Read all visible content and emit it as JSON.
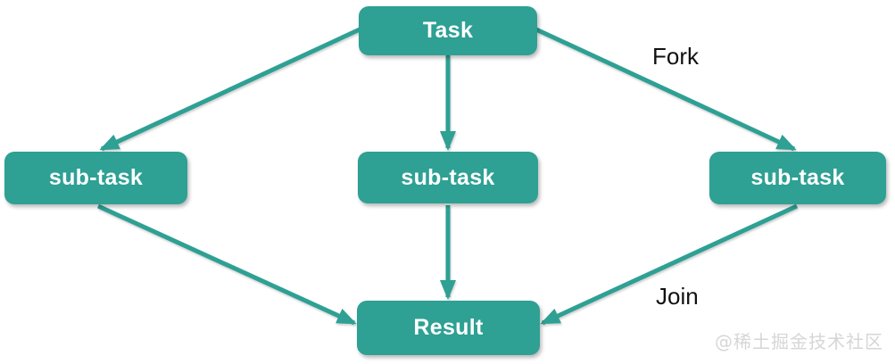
{
  "diagram": {
    "type": "fork-join-flow",
    "nodes": {
      "task": {
        "label": "Task"
      },
      "sub_left": {
        "label": "sub-task"
      },
      "sub_center": {
        "label": "sub-task"
      },
      "sub_right": {
        "label": "sub-task"
      },
      "result": {
        "label": "Result"
      }
    },
    "edges": {
      "fork_label": "Fork",
      "join_label": "Join",
      "connections": [
        "Task -> sub-task (left)",
        "Task -> sub-task (center)",
        "Task -> sub-task (right)",
        "sub-task (left) -> Result",
        "sub-task (center) -> Result",
        "sub-task (right) -> Result"
      ]
    },
    "colors": {
      "accent": "#2EA094",
      "node_text": "#ffffff",
      "label_text": "#111111",
      "watermark": "#d6d6d6",
      "background": "#ffffff"
    },
    "watermark": "@稀土掘金技术社区"
  }
}
